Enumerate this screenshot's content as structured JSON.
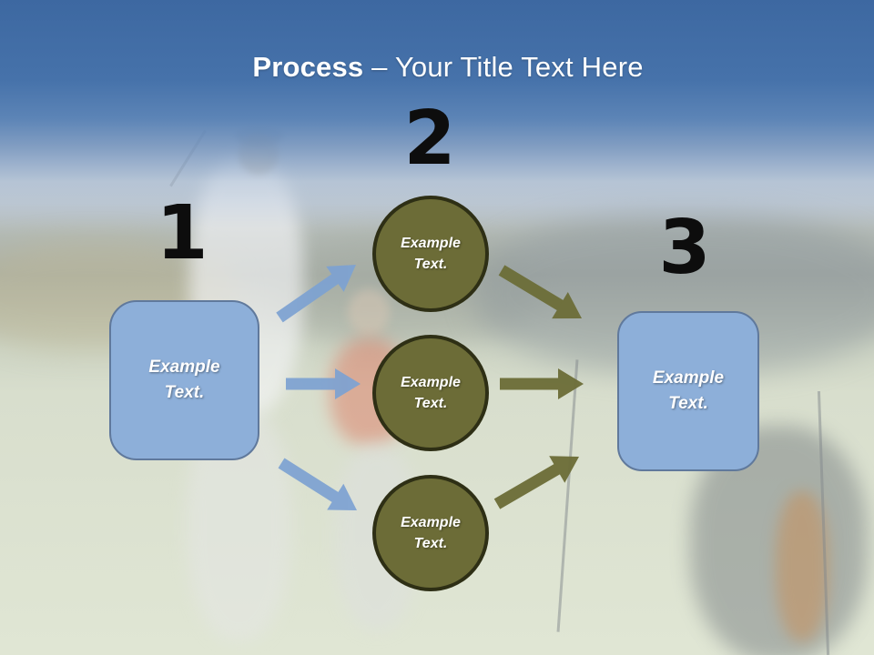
{
  "slide": {
    "title": {
      "emphasis": "Process",
      "rest": " – Your Title Text Here"
    },
    "steps": [
      {
        "number": "1",
        "text": "Example\nText."
      },
      {
        "number": "2",
        "circles": [
          "Example\nText.",
          "Example\nText.",
          "Example\nText."
        ]
      },
      {
        "number": "3",
        "text": "Example\nText."
      }
    ],
    "colors": {
      "header_blue": "#3d68a1",
      "box_fill": "#8dafd9",
      "box_border": "#60799c",
      "circle_fill": "#6c6c37",
      "circle_border": "#2e2f15",
      "arrow_blue": "#7da2d2",
      "arrow_olive": "#6d6e39",
      "number_color": "#0d0d0d",
      "text_color": "#ffffff"
    }
  }
}
